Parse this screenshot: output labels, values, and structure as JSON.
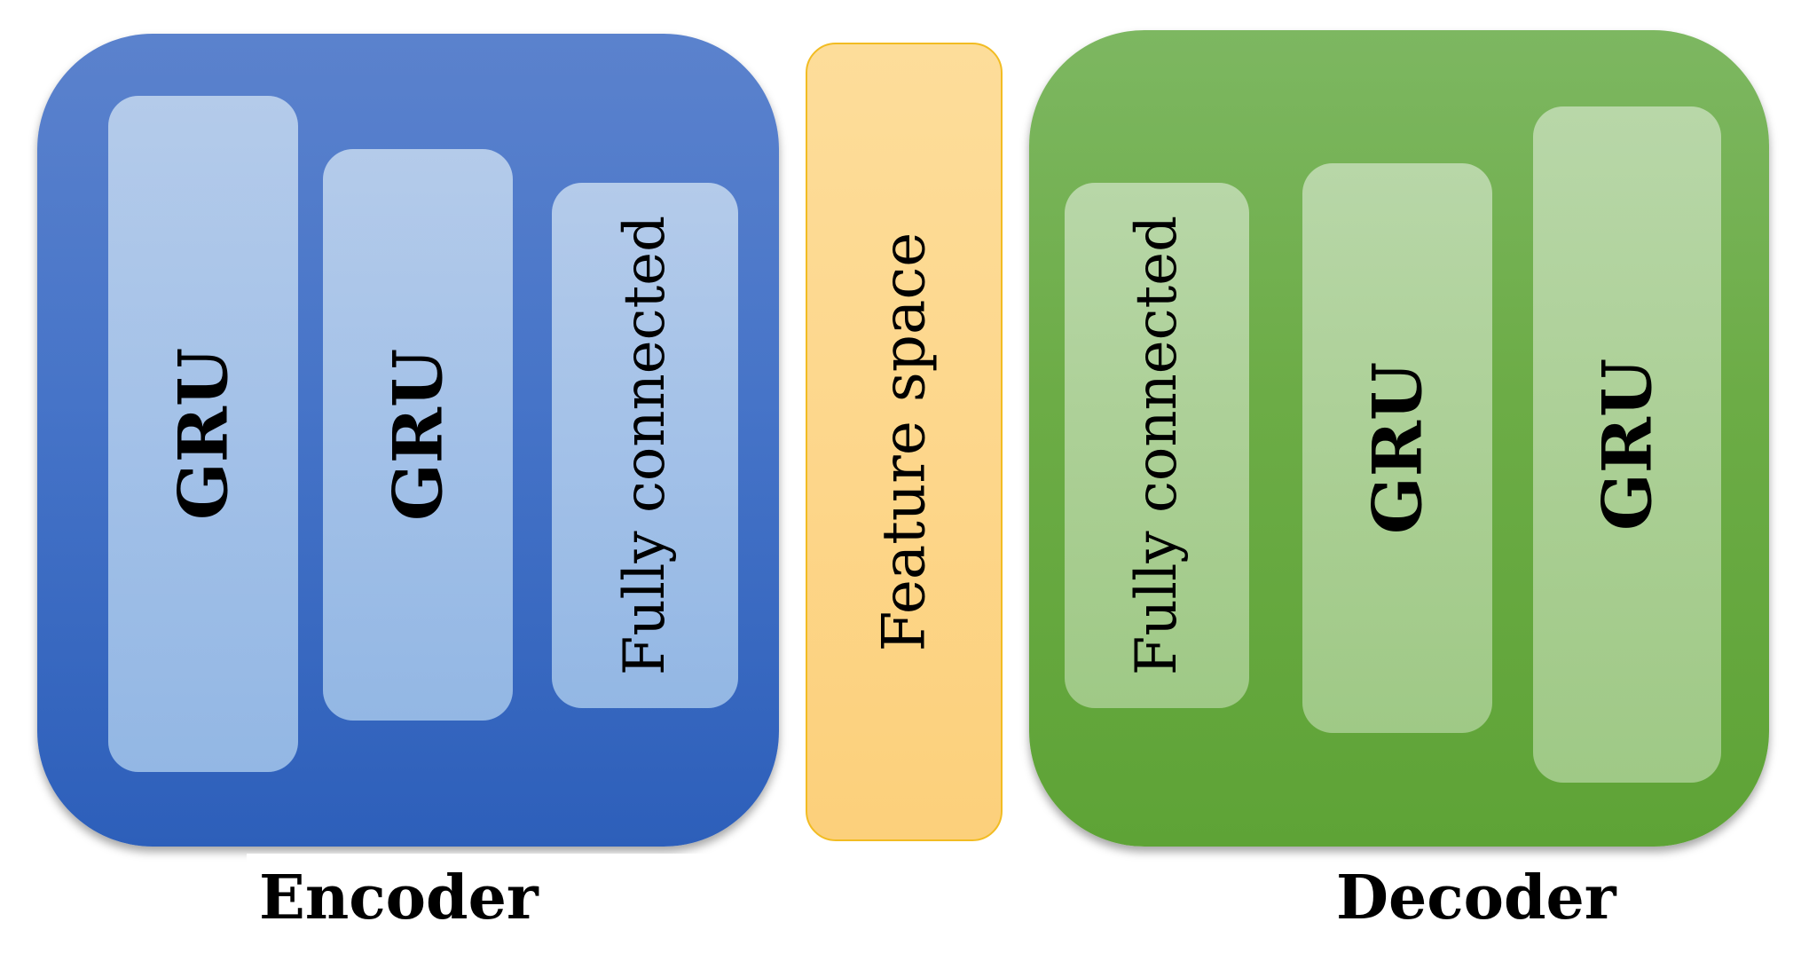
{
  "encoder": {
    "caption": "Encoder",
    "blocks": [
      {
        "label": "GRU"
      },
      {
        "label": "GRU"
      },
      {
        "label": "Fully connected"
      }
    ]
  },
  "feature_space": {
    "label": "Feature space"
  },
  "decoder": {
    "caption": "Decoder",
    "blocks": [
      {
        "label": "Fully connected"
      },
      {
        "label": "GRU"
      },
      {
        "label": "GRU"
      }
    ]
  },
  "colors": {
    "encoder_panel": "#4674c8",
    "encoder_block": "#a3c1e8",
    "decoder_panel": "#6cac46",
    "decoder_block": "#a9ce92",
    "feature_space_fill": "#fdd68a",
    "feature_space_border": "#f2bc22"
  }
}
